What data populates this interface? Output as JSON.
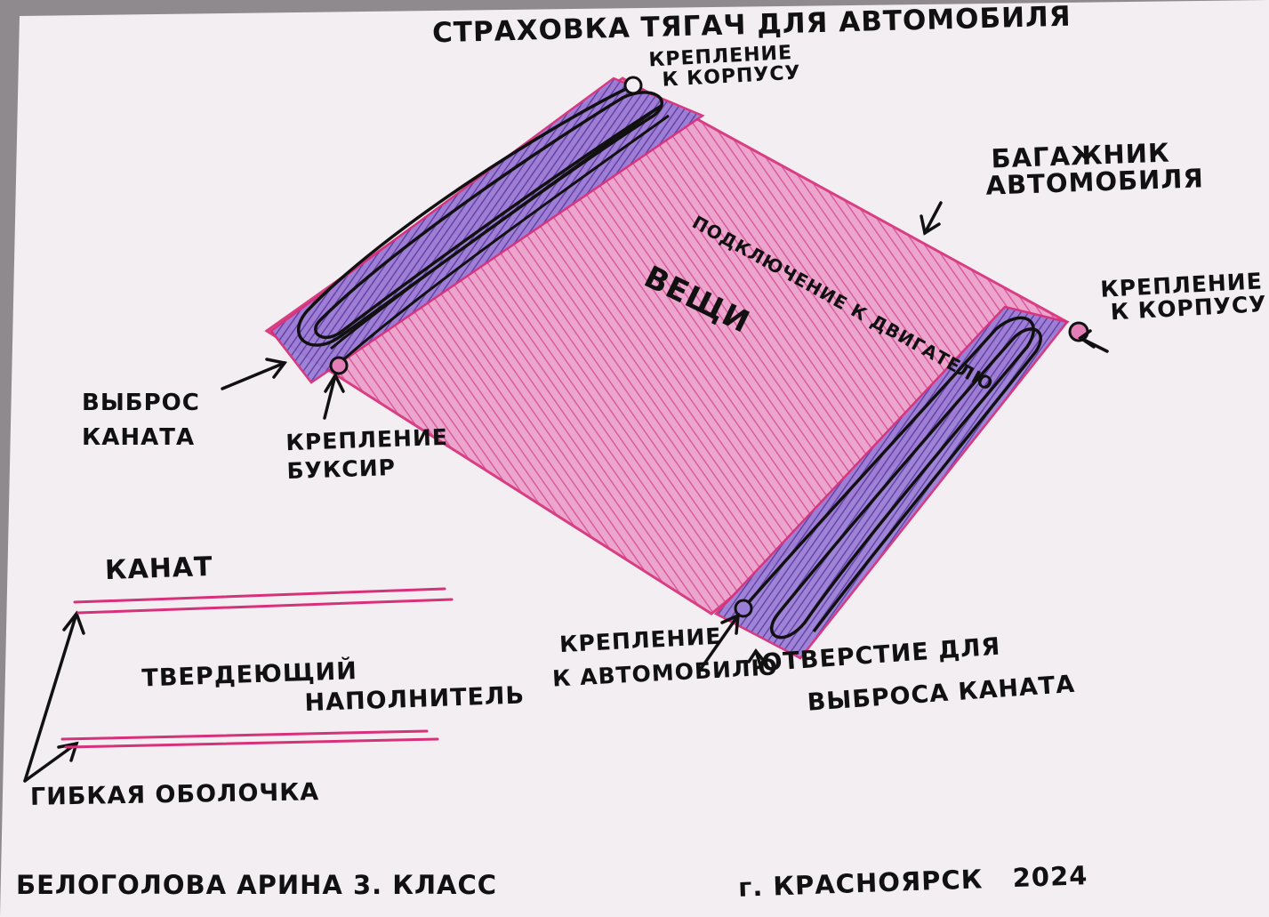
{
  "title": "СТРАХОВКА ТЯГАЧ ДЛЯ АВТОМОБИЛЯ",
  "labels": {
    "mount_body_top": [
      "КРЕПЛЕНИЕ",
      "К КОРПУСУ"
    ],
    "engine_connection": "ПОДКЛЮЧЕНИЕ К ДВИГАТЕЛЮ",
    "trunk": [
      "БАГАЖНИК",
      "АВТОМОБИЛЯ"
    ],
    "mount_body_right": [
      "КРЕПЛЕНИЕ",
      "К КОРПУСУ"
    ],
    "things": "ВЕЩИ",
    "rope_ejection": [
      "ВЫБРОС",
      "КАНАТА"
    ],
    "mount_tow": [
      "КРЕПЛЕНИЕ",
      "БУКСИР"
    ],
    "mount_car": [
      "КРЕПЛЕНИЕ",
      "К АВТОМОБИЛЮ"
    ],
    "ejection_hole": [
      "ОТВЕРСТИЕ ДЛЯ",
      "ВЫБРОСА КАНАТА"
    ]
  },
  "legend": {
    "rope": "КАНАТ",
    "filler": [
      "ТВЕРДЕЮЩИЙ",
      "НАПОЛНИТЕЛЬ"
    ],
    "shell": "ГИБКАЯ ОБОЛОЧКА"
  },
  "footer": {
    "author": "БЕЛОГОЛОВА АРИНА 3. КЛАСС",
    "place_year": "г. КРАСНОЯРСК   2024"
  },
  "colors": {
    "paper": "#f3eef1",
    "pink_fill": "#e27fb6",
    "purple_fill": "#7d5cbf",
    "outline": "#d6317a",
    "ink": "#111111"
  }
}
